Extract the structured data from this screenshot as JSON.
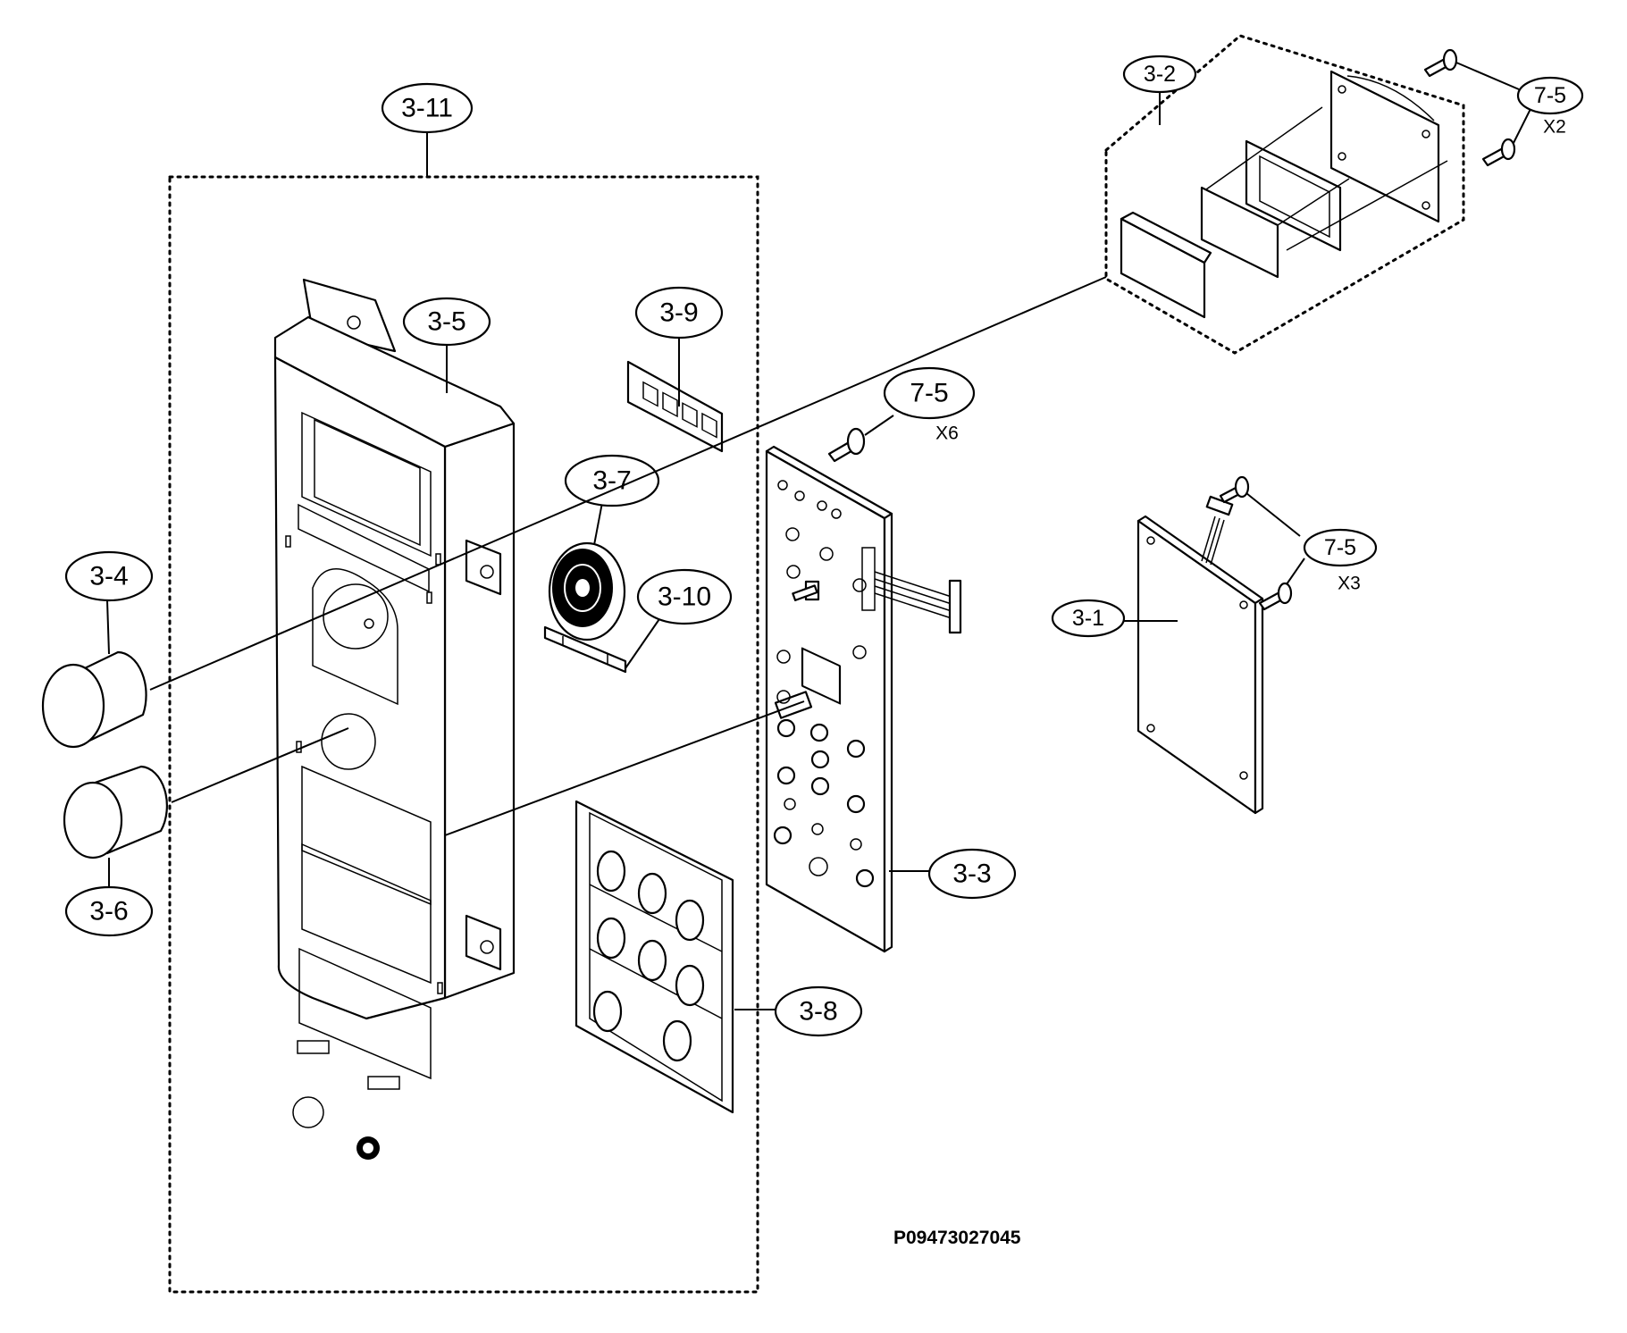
{
  "diagram": {
    "part_code": "P09473027045",
    "callouts": {
      "c_3_11": "3-11",
      "c_3_5": "3-5",
      "c_3_9": "3-9",
      "c_3_7": "3-7",
      "c_3_10": "3-10",
      "c_3_4": "3-4",
      "c_3_6": "3-6",
      "c_3_8": "3-8",
      "c_3_3": "3-3",
      "c_3_1": "3-1",
      "c_3_2": "3-2",
      "c_7_5_top": "7-5",
      "c_7_5_mid": "7-5",
      "c_7_5_right": "7-5"
    },
    "quantities": {
      "q_top": "X2",
      "q_mid": "X6",
      "q_right": "X3"
    }
  }
}
